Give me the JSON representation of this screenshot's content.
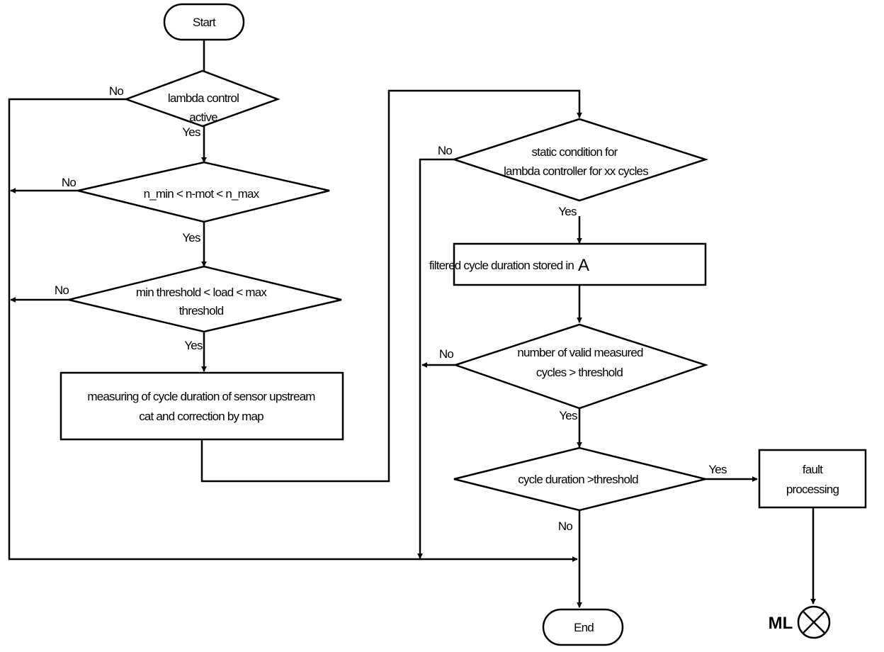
{
  "nodes": {
    "start": "Start",
    "d_lambda_line1": "lambda control",
    "d_lambda_line2": "active",
    "d_nrange": "n_min < n-mot < n_max",
    "d_load_line1": "min threshold < load < max",
    "d_load_line2": "threshold",
    "p_measure_line1": "measuring of cycle duration of sensor upstream",
    "p_measure_line2": "cat and correction by map",
    "d_static_line1": "static condition for",
    "d_static_line2": "lambda controller for xx cycles",
    "p_filtered": "filtered cycle duration stored in",
    "p_filtered_var": "A",
    "d_valid_line1": "number of valid measured",
    "d_valid_line2": "cycles > threshold",
    "d_cycle": "cycle duration  >threshold",
    "p_fault_line1": "fault",
    "p_fault_line2": "processing",
    "end": "End",
    "ml_label": "ML"
  },
  "labels": {
    "yes": "Yes",
    "no": "No"
  }
}
